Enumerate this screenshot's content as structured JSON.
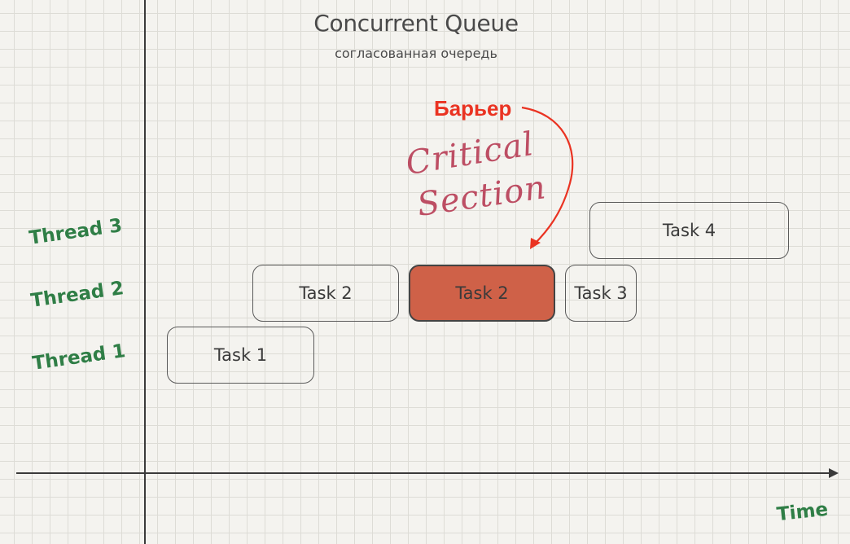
{
  "title": "Concurrent Queue",
  "subtitle": "согласованная очередь",
  "threads": {
    "thread3": "Thread 3",
    "thread2": "Thread 2",
    "thread1": "Thread 1"
  },
  "axis": {
    "time": "Time"
  },
  "tasks": {
    "task1": "Task 1",
    "task2a": "Task 2",
    "task2b": "Task 2",
    "task3": "Task 3",
    "task4": "Task 4"
  },
  "barrier": {
    "label": "Барьер",
    "critical_line1": "Critical",
    "critical_line2": "Section"
  },
  "colors": {
    "barrier_fill": "#cf6148",
    "barrier_text": "#ea3322",
    "thread_text": "#2f7e46",
    "critical_text": "#b83d55"
  }
}
